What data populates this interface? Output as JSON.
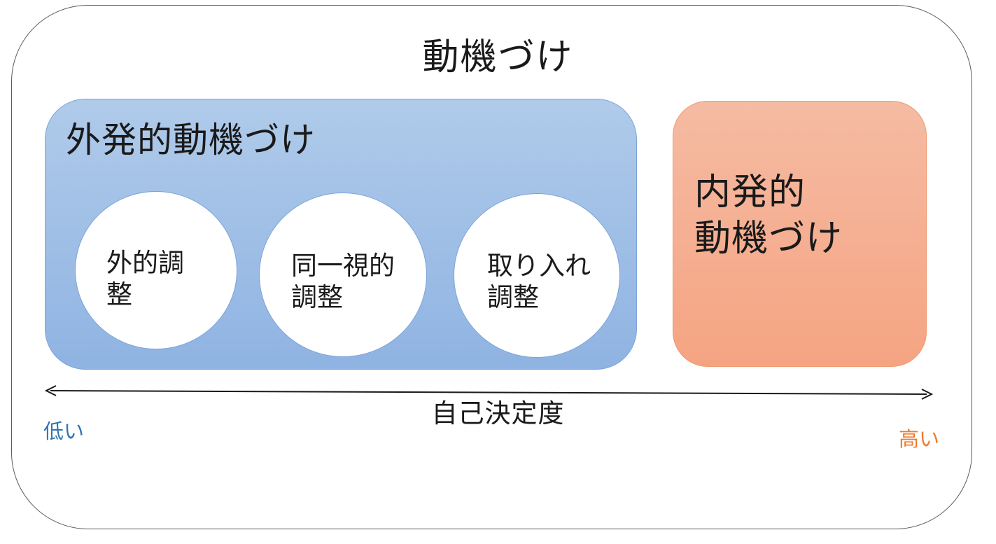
{
  "diagram": {
    "title": "動機づけ",
    "extrinsic": {
      "title": "外発的動機づけ",
      "color": "#9dbde6",
      "regulations": [
        {
          "label": "外的調\n整"
        },
        {
          "label": "同一視的\n調整"
        },
        {
          "label": "取り入れ\n調整"
        }
      ]
    },
    "intrinsic": {
      "title": "内発的\n動機づけ",
      "color": "#f5ae8e"
    },
    "axis": {
      "label": "自己決定度",
      "low": "低い",
      "high": "高い",
      "low_color": "#2e75b6",
      "high_color": "#ed7d31"
    }
  }
}
